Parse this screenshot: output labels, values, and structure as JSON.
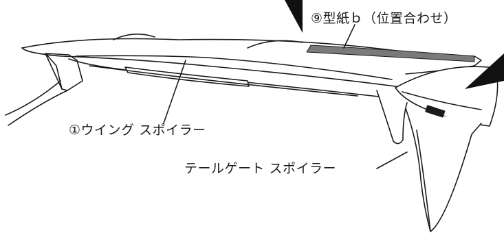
{
  "labels": {
    "template_b": "⑨型紙ｂ（位置合わせ）",
    "wing_spoiler": "①ウイング スポイラー",
    "tailgate_spoiler": "テールゲート スポイラー"
  },
  "colors": {
    "line": "#1a1a1a",
    "background": "#ffffff",
    "template_strip": "#7a7a7a",
    "arrow": "#111111"
  }
}
